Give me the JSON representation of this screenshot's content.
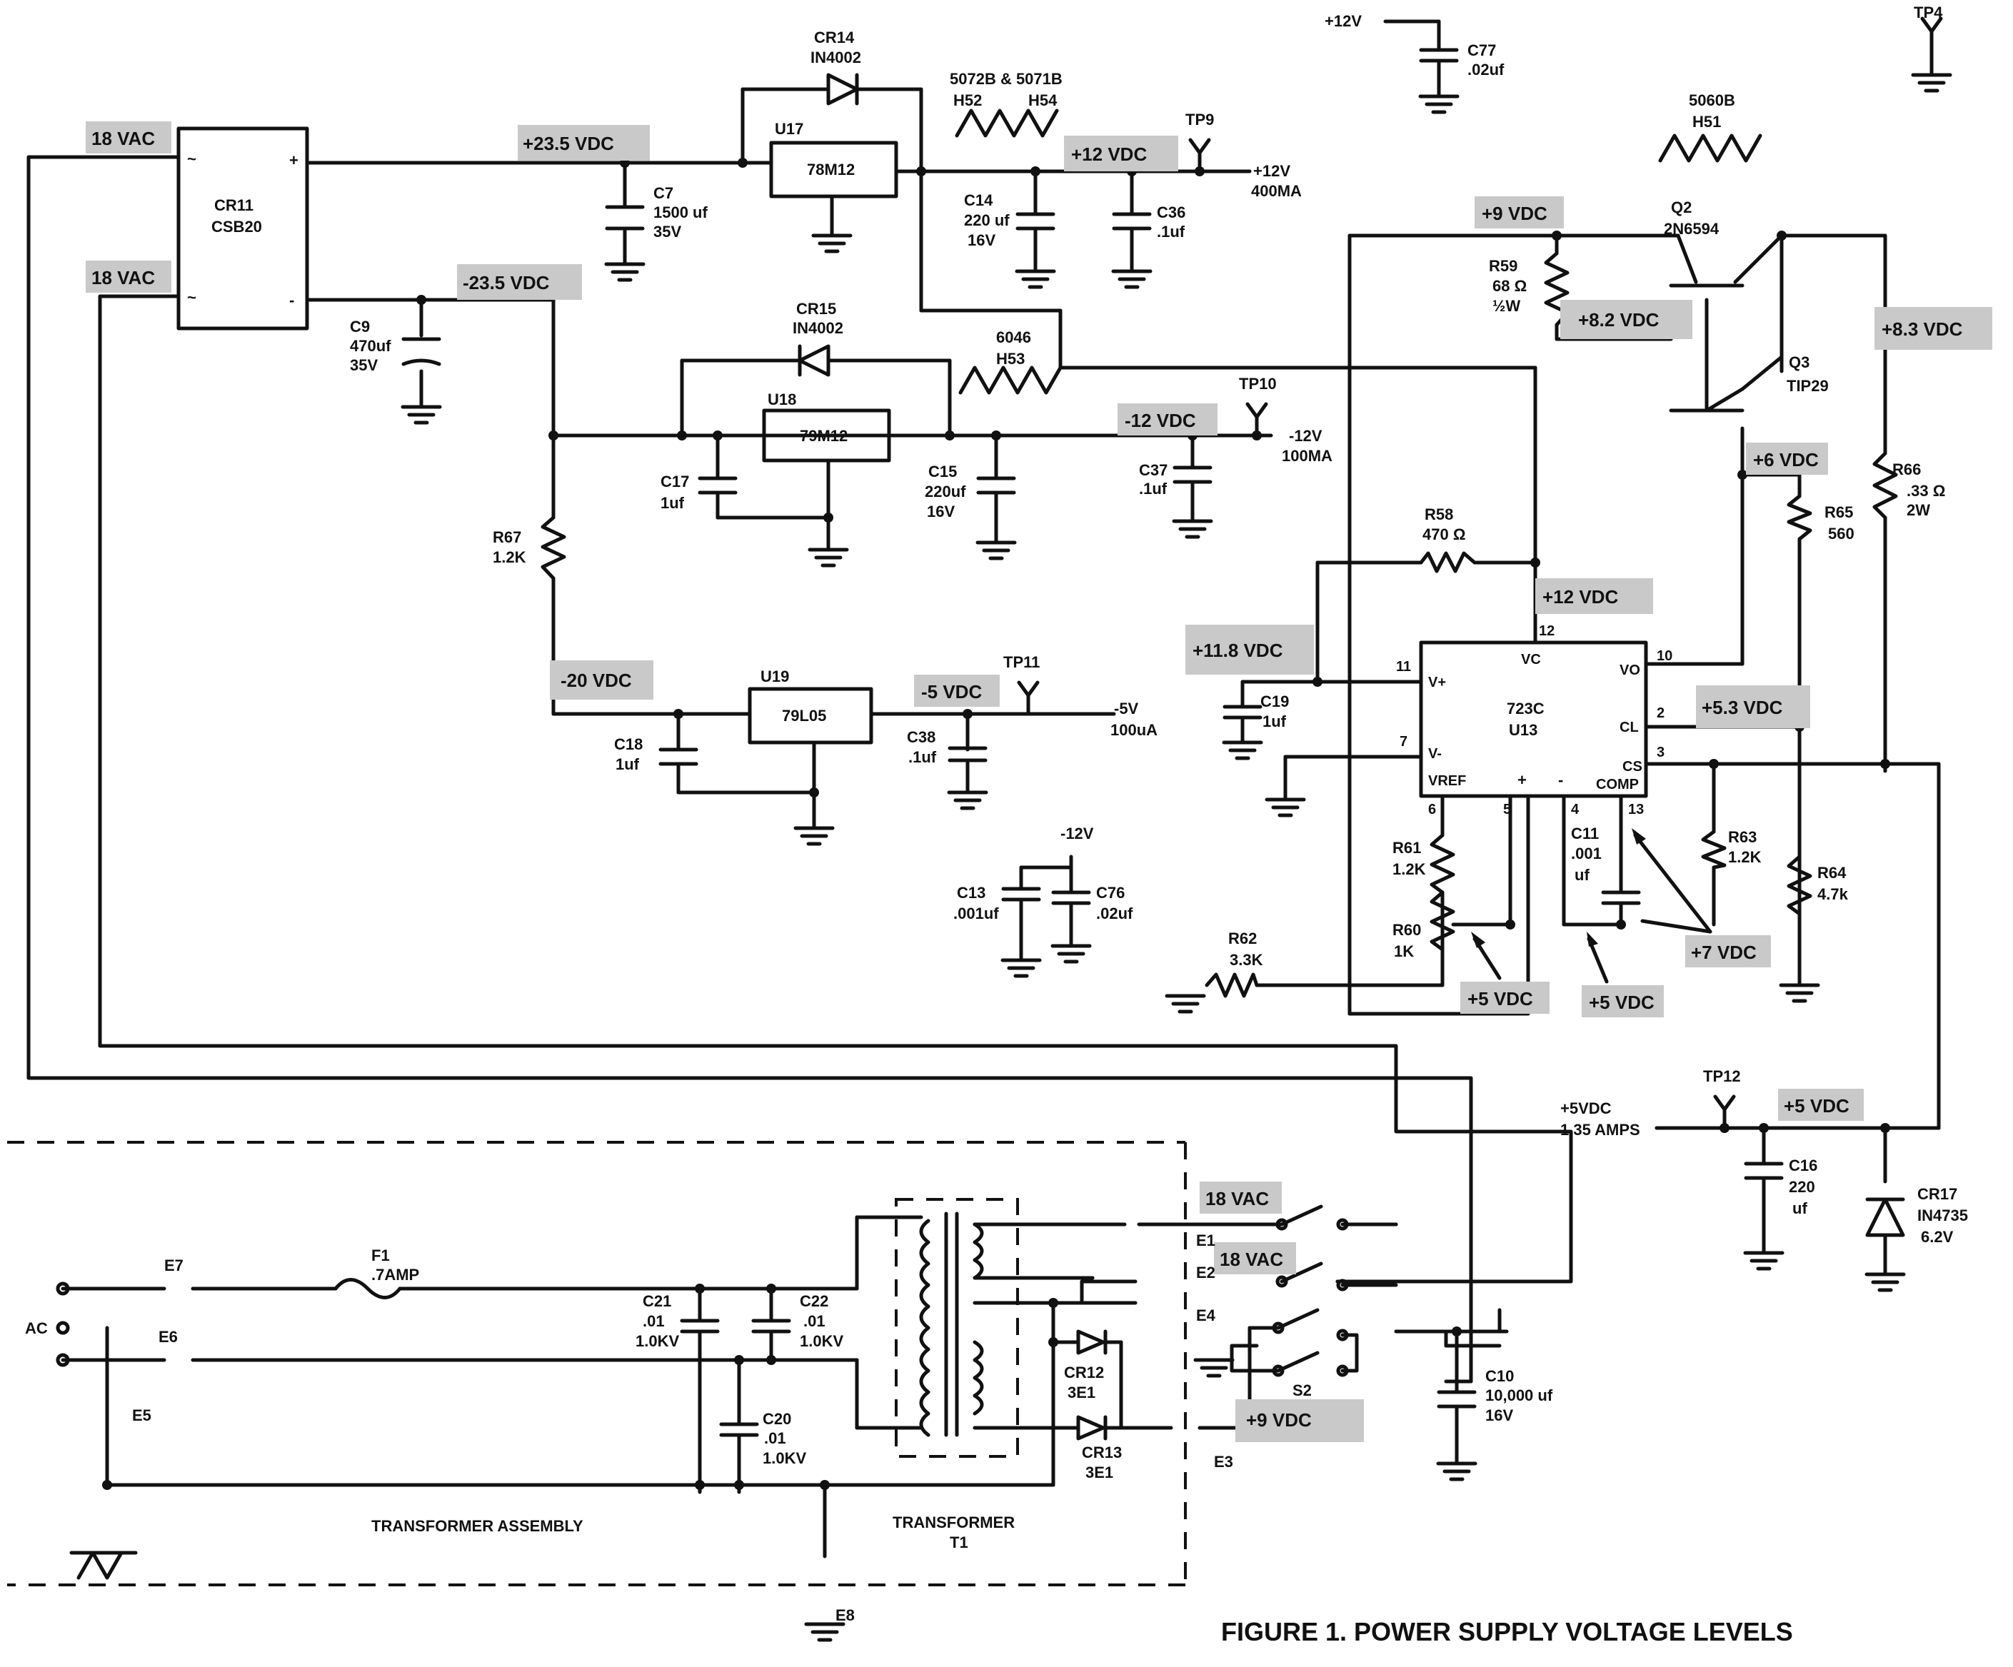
{
  "caption": "FIGURE 1. POWER SUPPLY VOLTAGE LEVELS",
  "voltages": {
    "vac_top": "18 VAC",
    "vac_bot": "18 VAC",
    "p235": "+23.5 VDC",
    "n235": "-23.5 VDC",
    "p12a": "+12 VDC",
    "n12": "-12 VDC",
    "n20": "-20 VDC",
    "n5": "-5 VDC",
    "p9a": "+9 VDC",
    "p82": "+8.2 VDC",
    "p83": "+8.3 VDC",
    "p6": "+6 VDC",
    "p12b": "+12 VDC",
    "p118": "+11.8 VDC",
    "p53": "+5.3 VDC",
    "p7": "+7 VDC",
    "p5a": "+5 VDC",
    "p5b": "+5 VDC",
    "p5c": "+5 VDC",
    "vac_sw1": "18 VAC",
    "vac_sw2": "18 VAC",
    "p9b": "+9 VDC"
  },
  "parts": {
    "cr11_name": "CR11",
    "cr11_val": "CSB20",
    "cr14_name": "CR14",
    "cr14_val": "IN4002",
    "cr15_name": "CR15",
    "cr15_val": "IN4002",
    "u17_name": "U17",
    "u17_val": "78M12",
    "u18_name": "U18",
    "u18_val": "79M12",
    "u19_name": "U19",
    "u19_val": "79L05",
    "c7_name": "C7",
    "c7_val1": "1500 uf",
    "c7_val2": "35V",
    "c9_name": "C9",
    "c9_val1": "470uf",
    "c9_val2": "35V",
    "c14_name": "C14",
    "c14_val1": "220 uf",
    "c14_val2": "16V",
    "c36_name": "C36",
    "c36_val": ".1uf",
    "c17_name": "C17",
    "c17_val": "1uf",
    "c15_name": "C15",
    "c15_val1": "220uf",
    "c15_val2": "16V",
    "c37_name": "C37",
    "c37_val": ".1uf",
    "c18_name": "C18",
    "c18_val": "1uf",
    "c38_name": "C38",
    "c38_val": ".1uf",
    "c13_name": "C13",
    "c13_val": ".001uf",
    "c76_name": "C76",
    "c76_val": ".02uf",
    "c77_name": "C77",
    "c77_val": ".02uf",
    "c19_name": "C19",
    "c19_val": "1uf",
    "c11_name": "C11",
    "c11_val1": ".001",
    "c11_val2": "uf",
    "c16_name": "C16",
    "c16_val1": "220",
    "c16_val2": "uf",
    "c10_name": "C10",
    "c10_val1": "10,000 uf",
    "c10_val2": "16V",
    "c21_name": "C21",
    "c21_val1": ".01",
    "c21_val2": "1.0KV",
    "c22_name": "C22",
    "c22_val1": ".01",
    "c22_val2": "1.0KV",
    "c20_name": "C20",
    "c20_val1": ".01",
    "c20_val2": "1.0KV",
    "r67_name": "R67",
    "r67_val": "1.2K",
    "r58_name": "R58",
    "r58_val": "470 Ω",
    "r59_name": "R59",
    "r59_val1": "68 Ω",
    "r59_val2": "½W",
    "r61_name": "R61",
    "r61_val": "1.2K",
    "r60_name": "R60",
    "r60_val": "1K",
    "r62_name": "R62",
    "r62_val": "3.3K",
    "r63_name": "R63",
    "r63_val": "1.2K",
    "r64_name": "R64",
    "r64_val": "4.7k",
    "r65_name": "R65",
    "r65_val": "560",
    "r66_name": "R66",
    "r66_val1": ".33 Ω",
    "r66_val2": "2W",
    "q2_name": "Q2",
    "q2_val": "2N6594",
    "q3_name": "Q3",
    "q3_val": "TIP29",
    "u13_name": "723C",
    "u13_val": "U13",
    "cr17_name": "CR17",
    "cr17_val1": "IN4735",
    "cr17_val2": "6.2V",
    "cr12_name": "CR12",
    "cr12_val": "3E1",
    "cr13_name": "CR13",
    "cr13_val": "3E1",
    "f1_name": "F1",
    "f1_val": ".7AMP",
    "t1_name": "TRANSFORMER",
    "t1_val": "T1",
    "s2_name": "S2",
    "assy": "TRANSFORMER ASSEMBLY"
  },
  "pins": {
    "vc": "VC",
    "vo": "VO",
    "vplus": "V+",
    "vminus": "V-",
    "cl": "CL",
    "cs": "CS",
    "vref": "VREF",
    "comp": "COMP",
    "plus": "+",
    "minus": "-",
    "p12": "12",
    "p10": "10",
    "p11": "11",
    "p7": "7",
    "p2": "2",
    "p3": "3",
    "p6": "6",
    "p5": "5",
    "p4": "4",
    "p13": "13"
  },
  "heatsinks": {
    "h1": "5072B & 5071B",
    "h52": "H52",
    "h54": "H54",
    "h2": "6046",
    "h53": "H53",
    "h3": "5060B",
    "h51": "H51"
  },
  "terminals": {
    "tp4": "TP4",
    "tp9": "TP9",
    "tp10": "TP10",
    "tp11": "TP11",
    "tp12": "TP12",
    "e1": "E1",
    "e2": "E2",
    "e3": "E3",
    "e4": "E4",
    "e5": "E5",
    "e6": "E6",
    "e7": "E7",
    "e8": "E8",
    "ac": "AC"
  },
  "outputs": {
    "p12_v": "+12V",
    "p12_i": "400MA",
    "n12_v": "-12V",
    "n12_i": "100MA",
    "n5_v": "-5V",
    "n5_i": "100uA",
    "p5_v": "+5VDC",
    "p5_i": "1.35 AMPS",
    "c77_rail": "+12V",
    "c13_rail": "-12V"
  }
}
